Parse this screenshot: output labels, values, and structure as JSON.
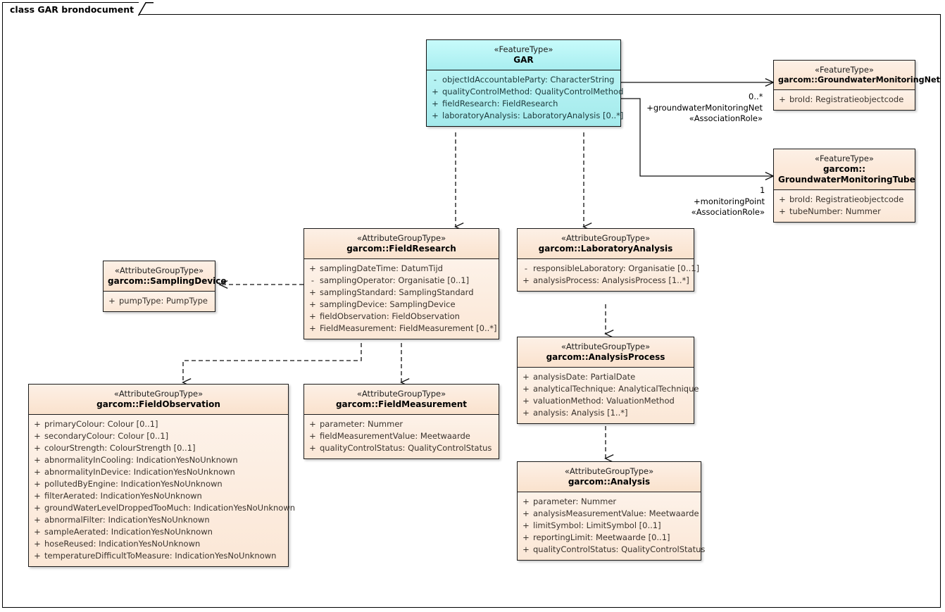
{
  "diagram": {
    "title": "class GAR brondocument",
    "kind": "uml-class-diagram"
  },
  "classes": {
    "gar": {
      "stereotype": "«FeatureType»",
      "name": "GAR",
      "attributes": [
        {
          "visibility": "-",
          "text": "objectIdAccountableParty: CharacterString"
        },
        {
          "visibility": "+",
          "text": "qualityControlMethod: QualityControlMethod"
        },
        {
          "visibility": "+",
          "text": "fieldResearch: FieldResearch"
        },
        {
          "visibility": "+",
          "text": "laboratoryAnalysis: LaboratoryAnalysis [0..*]"
        }
      ]
    },
    "monitoring_net": {
      "stereotype": "«FeatureType»",
      "name": "garcom::GroundwaterMonitoringNet",
      "attributes": [
        {
          "visibility": "+",
          "text": "broId: Registratieobjectcode"
        }
      ]
    },
    "monitoring_tube": {
      "stereotype": "«FeatureType»",
      "name_line1": "garcom::",
      "name_line2": "GroundwaterMonitoringTube",
      "attributes": [
        {
          "visibility": "+",
          "text": "broId: Registratieobjectcode"
        },
        {
          "visibility": "+",
          "text": "tubeNumber: Nummer"
        }
      ]
    },
    "field_research": {
      "stereotype": "«AttributeGroupType»",
      "name": "garcom::FieldResearch",
      "attributes": [
        {
          "visibility": "+",
          "text": "samplingDateTime: DatumTijd"
        },
        {
          "visibility": "-",
          "text": "samplingOperator: Organisatie [0..1]"
        },
        {
          "visibility": "+",
          "text": "samplingStandard: SamplingStandard"
        },
        {
          "visibility": "+",
          "text": "samplingDevice: SamplingDevice"
        },
        {
          "visibility": "+",
          "text": "fieldObservation: FieldObservation"
        },
        {
          "visibility": "+",
          "text": "FieldMeasurement: FieldMeasurement [0..*]"
        }
      ]
    },
    "sampling_device": {
      "stereotype": "«AttributeGroupType»",
      "name": "garcom::SamplingDevice",
      "attributes": [
        {
          "visibility": "+",
          "text": "pumpType: PumpType"
        }
      ]
    },
    "laboratory_analysis": {
      "stereotype": "«AttributeGroupType»",
      "name": "garcom::LaboratoryAnalysis",
      "attributes": [
        {
          "visibility": "-",
          "text": "responsibleLaboratory: Organisatie [0..1]"
        },
        {
          "visibility": "+",
          "text": "analysisProcess: AnalysisProcess [1..*]"
        }
      ]
    },
    "analysis_process": {
      "stereotype": "«AttributeGroupType»",
      "name": "garcom::AnalysisProcess",
      "attributes": [
        {
          "visibility": "+",
          "text": "analysisDate: PartialDate"
        },
        {
          "visibility": "+",
          "text": "analyticalTechnique: AnalyticalTechnique"
        },
        {
          "visibility": "+",
          "text": "valuationMethod: ValuationMethod"
        },
        {
          "visibility": "+",
          "text": "analysis: Analysis [1..*]"
        }
      ]
    },
    "analysis": {
      "stereotype": "«AttributeGroupType»",
      "name": "garcom::Analysis",
      "attributes": [
        {
          "visibility": "+",
          "text": "parameter: Nummer"
        },
        {
          "visibility": "+",
          "text": "analysisMeasurementValue: Meetwaarde"
        },
        {
          "visibility": "+",
          "text": "limitSymbol: LimitSymbol [0..1]"
        },
        {
          "visibility": "+",
          "text": "reportingLimit: Meetwaarde [0..1]"
        },
        {
          "visibility": "+",
          "text": "qualityControlStatus: QualityControlStatus"
        }
      ]
    },
    "field_observation": {
      "stereotype": "«AttributeGroupType»",
      "name": "garcom::FieldObservation",
      "attributes": [
        {
          "visibility": "+",
          "text": "primaryColour: Colour [0..1]"
        },
        {
          "visibility": "+",
          "text": "secondaryColour: Colour [0..1]"
        },
        {
          "visibility": "+",
          "text": "colourStrength: ColourStrength [0..1]"
        },
        {
          "visibility": "+",
          "text": "abnormalityInCooling: IndicationYesNoUnknown"
        },
        {
          "visibility": "+",
          "text": "abnormalityInDevice: IndicationYesNoUnknown"
        },
        {
          "visibility": "+",
          "text": "pollutedByEngine: IndicationYesNoUnknown"
        },
        {
          "visibility": "+",
          "text": "filterAerated: IndicationYesNoUnknown"
        },
        {
          "visibility": "+",
          "text": "groundWaterLevelDroppedTooMuch: IndicationYesNoUnknown"
        },
        {
          "visibility": "+",
          "text": "abnormalFilter: IndicationYesNoUnknown"
        },
        {
          "visibility": "+",
          "text": "sampleAerated: IndicationYesNoUnknown"
        },
        {
          "visibility": "+",
          "text": "hoseReused: IndicationYesNoUnknown"
        },
        {
          "visibility": "+",
          "text": "temperatureDifficultToMeasure: IndicationYesNoUnknown"
        }
      ]
    },
    "field_measurement": {
      "stereotype": "«AttributeGroupType»",
      "name": "garcom::FieldMeasurement",
      "attributes": [
        {
          "visibility": "+",
          "text": "parameter: Nummer"
        },
        {
          "visibility": "+",
          "text": "fieldMeasurementValue: Meetwaarde"
        },
        {
          "visibility": "+",
          "text": "qualityControlStatus: QualityControlStatus"
        }
      ]
    }
  },
  "connectors": {
    "gar_to_net": {
      "role": "+groundwaterMonitoringNet",
      "stereotype": "«AssociationRole»",
      "multiplicity": "0..*"
    },
    "gar_to_tube": {
      "role": "+monitoringPoint",
      "stereotype": "«AssociationRole»",
      "multiplicity": "1"
    }
  },
  "colors": {
    "feature_type_fill": "#b6f2f2",
    "attribute_group_fill": "#fbe6d4",
    "border": "#1a1a1a",
    "canvas": "#ffffff"
  }
}
